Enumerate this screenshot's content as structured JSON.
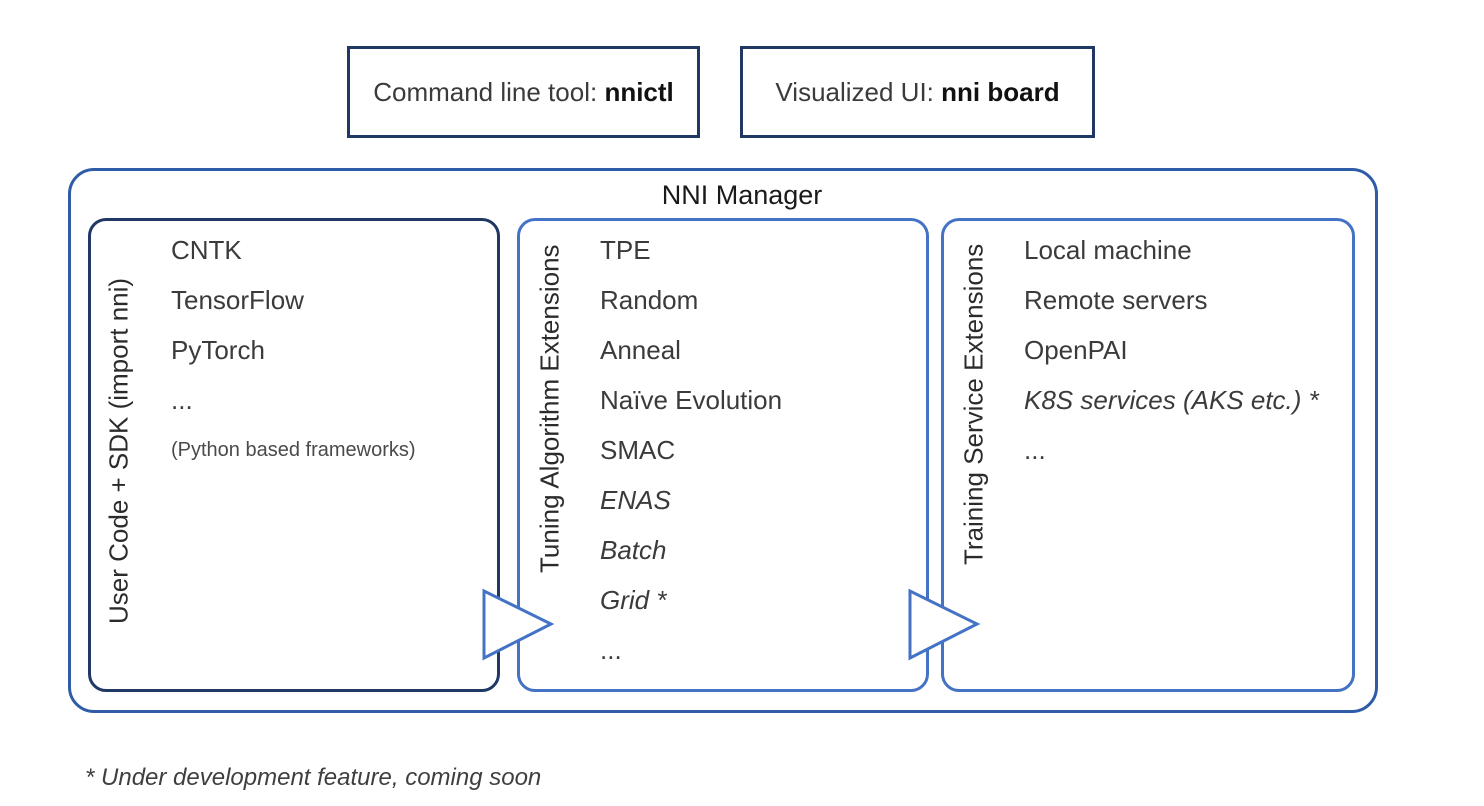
{
  "top_boxes": [
    {
      "label": "Command line tool: ",
      "strong": "nnictl"
    },
    {
      "label": "Visualized UI: ",
      "strong": "nni board"
    }
  ],
  "manager": {
    "title": "NNI Manager"
  },
  "columns": [
    {
      "side_label": "User Code + SDK (import nni)",
      "items": [
        {
          "text": "CNTK"
        },
        {
          "text": "TensorFlow"
        },
        {
          "text": "PyTorch"
        },
        {
          "text": "..."
        },
        {
          "text": "(Python based frameworks)",
          "small": true
        }
      ]
    },
    {
      "side_label": "Tuning Algorithm Extensions",
      "items": [
        {
          "text": "TPE"
        },
        {
          "text": "Random"
        },
        {
          "text": "Anneal"
        },
        {
          "text": "Naïve Evolution"
        },
        {
          "text": "SMAC"
        },
        {
          "text": "ENAS",
          "italic": true
        },
        {
          "text": "Batch",
          "italic": true
        },
        {
          "text": "Grid *",
          "italic": true
        },
        {
          "text": "..."
        }
      ]
    },
    {
      "side_label": "Training Service Extensions",
      "items": [
        {
          "text": "Local machine"
        },
        {
          "text": "Remote servers"
        },
        {
          "text": "OpenPAI"
        },
        {
          "text": "K8S services (AKS etc.) *",
          "italic": true
        },
        {
          "text": "..."
        }
      ]
    }
  ],
  "footnote": "* Under development feature, coming soon",
  "colors": {
    "navy": "#1f3864",
    "outer_blue": "#2e5ca6",
    "accent_blue": "#4472c4",
    "text": "#3b3b3b"
  }
}
